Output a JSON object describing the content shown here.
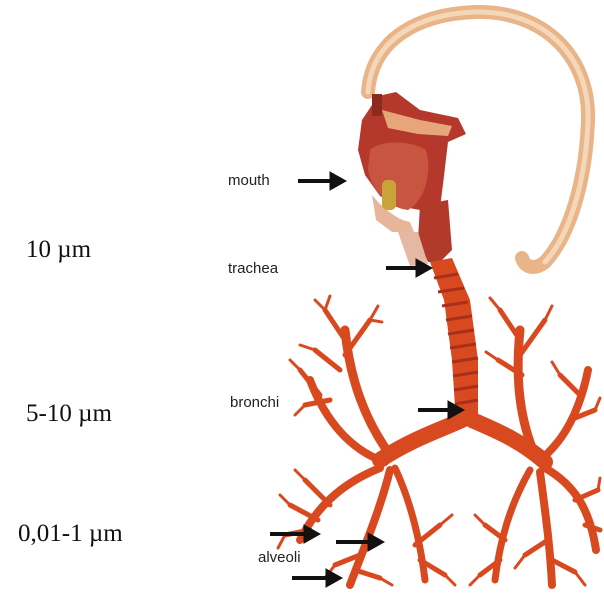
{
  "particle_sizes": {
    "upper": "10 µm",
    "middle": "5-10 µm",
    "lower": "0,01-1 µm"
  },
  "anatomy_labels": {
    "mouth": "mouth",
    "trachea": "trachea",
    "bronchi": "bronchi",
    "alveoli": "alveoli"
  },
  "colors": {
    "tissue": "#d9491f",
    "tissue_dark": "#a8301a",
    "head_outline": "#e9b488",
    "head_tissue": "#b5382c",
    "arrow": "#111111"
  },
  "icons": [
    "respiratory-system-illustration",
    "arrow-right-icon"
  ]
}
